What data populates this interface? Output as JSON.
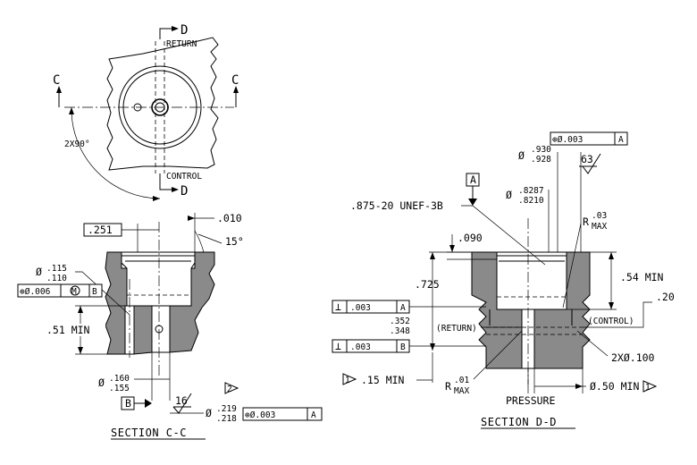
{
  "top_view": {
    "section_d_letter": "D",
    "section_c_letter": "C",
    "return_label": "RETURN",
    "control_label": "CONTROL",
    "angle_label": "2X90°"
  },
  "section_cc": {
    "dim_251": ".251",
    "dim_010": ".010",
    "angle_15": "15°",
    "dia_prefix": "Ø",
    "dia_115": ".115",
    "dia_110": ".110",
    "fcf_position": "⊕Ø.006",
    "fcf_modifier": "M",
    "fcf_datum_b": "B",
    "dim_51min": ".51 MIN",
    "dia_160": ".160",
    "dia_155": ".155",
    "datum_b": "B",
    "finish_16": "16",
    "note_flag": "2",
    "dia_219": ".219",
    "dia_218": ".218",
    "fcf2_position": "⊕Ø.003",
    "fcf2_datum": "A",
    "title": "SECTION C-C"
  },
  "section_dd": {
    "dia_930": ".930",
    "dia_928": ".928",
    "fcf_top_position": "⊕Ø.003",
    "fcf_top_datum": "A",
    "finish_63": "63",
    "datum_a": "A",
    "thread_label": ".875-20 UNEF-3B",
    "dia_8287": ".8287",
    "dia_8210": ".8210",
    "r03_value": ".03",
    "r_label": "R",
    "max_label": "MAX",
    "dim_090": ".090",
    "dim_725": ".725",
    "dim_54min": ".54 MIN",
    "dim_20": ".20",
    "perp_symbol": "⊥",
    "perp1_value": ".003",
    "perp1_datum": "A",
    "dim_352": ".352",
    "dim_348": ".348",
    "return_label": "(RETURN)",
    "control_label": "(CONTROL)",
    "perp2_value": ".003",
    "perp2_datum": "B",
    "hole_label": "2XØ.100",
    "note1_flag": "1",
    "dim_15min": ".15 MIN",
    "r01_value": ".01",
    "pressure_label": "PRESSURE",
    "dia_50min": "Ø.50 MIN",
    "title": "SECTION D-D"
  }
}
